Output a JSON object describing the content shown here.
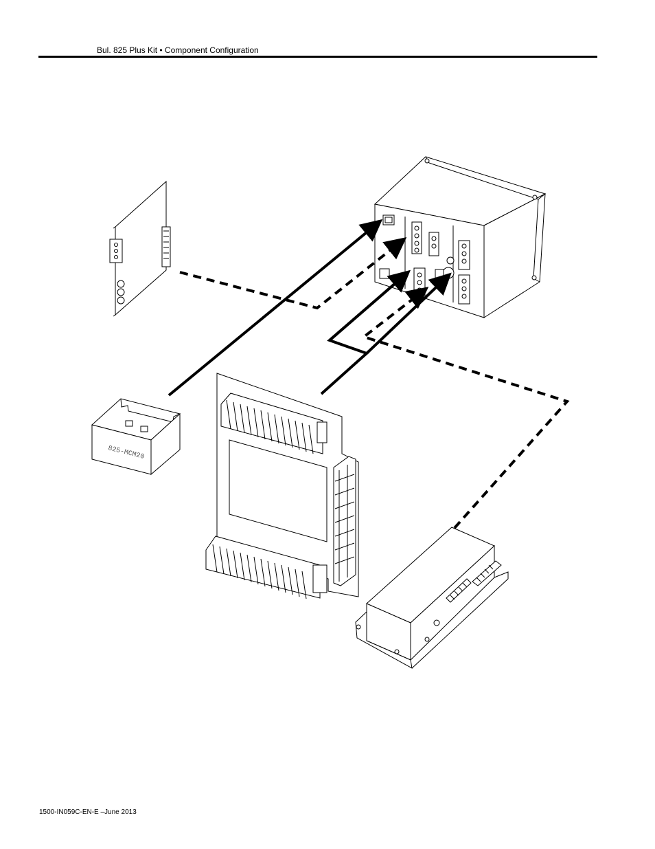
{
  "header": {
    "title": "Bul. 825 Plus Kit • Component Configuration"
  },
  "footer": {
    "publication": "1500-IN059C-EN-E –June 2013"
  },
  "diagram": {
    "module_label": "825-MCM20"
  }
}
